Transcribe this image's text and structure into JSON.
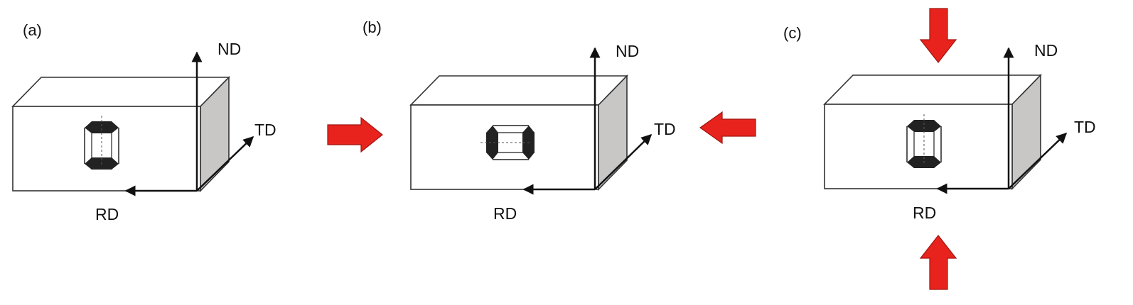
{
  "panels": [
    {
      "id": "a",
      "label": "(a)",
      "axes": {
        "nd": "ND",
        "td": "TD",
        "rd": "RD"
      },
      "crystal": "upright"
    },
    {
      "id": "b",
      "label": "(b)",
      "axes": {
        "nd": "ND",
        "td": "TD",
        "rd": "RD"
      },
      "crystal": "rotated"
    },
    {
      "id": "c",
      "label": "(c)",
      "axes": {
        "nd": "ND",
        "td": "TD",
        "rd": "RD"
      },
      "crystal": "upright"
    }
  ],
  "colors": {
    "arrow_fill": "#e8231d",
    "arrow_stroke": "#a01410",
    "block_edge": "#333333",
    "side_face": "#c9c6c6",
    "crystal_dark": "#222222",
    "axis": "#111111"
  }
}
